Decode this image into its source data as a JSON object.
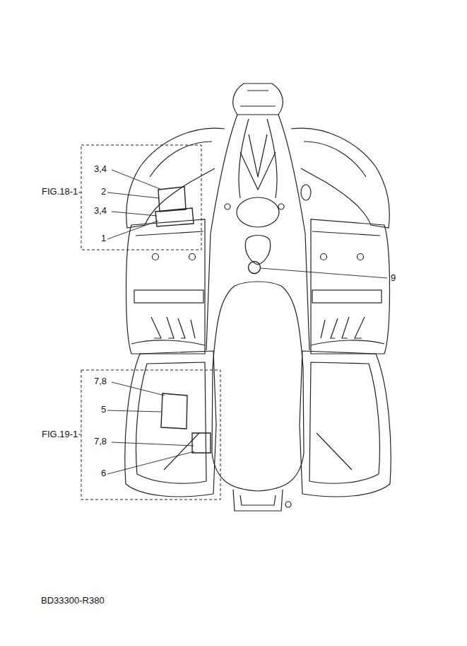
{
  "diagram": {
    "labels": [
      "3,4",
      "2",
      "FIG.18-1",
      "3,4",
      "1",
      "9",
      "7,8",
      "5",
      "FIG.19-1",
      "7,8",
      "6",
      "BD33300-R380"
    ]
  }
}
